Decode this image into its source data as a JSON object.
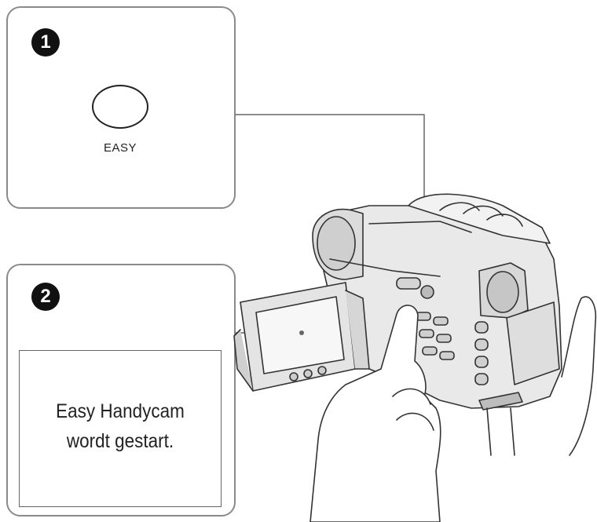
{
  "steps": [
    {
      "number": "1",
      "button_label": "EASY"
    },
    {
      "number": "2",
      "screen_text": [
        "Easy Handycam",
        "wordt gestart."
      ]
    }
  ],
  "icons": [
    "easy-button-icon",
    "handycam-camera-icon",
    "hand-icon",
    "lcd-screen-icon"
  ],
  "colors": {
    "frame": "#8a8a8a",
    "ink": "#222222",
    "badge": "#111111"
  }
}
